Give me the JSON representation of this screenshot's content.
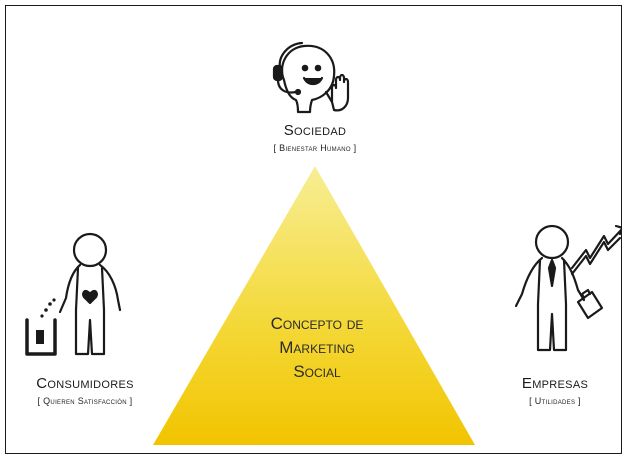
{
  "nodes": {
    "top": {
      "title": "Sociedad",
      "subtitle": "[ Bienestar Humano ]",
      "icon": "headset-person-waving-icon"
    },
    "left": {
      "title": "Consumidores",
      "subtitle": "[ Quieren Satisfacción ]",
      "icon": "person-with-trash-bin-icon"
    },
    "right": {
      "title": "Empresas",
      "subtitle": "[ Utilidades ]",
      "icon": "businessman-with-briefcase-icon"
    }
  },
  "center": {
    "line1": "Concepto de",
    "line2": "Marketing",
    "line3": "Social"
  },
  "colors": {
    "triangle_top": "#f5e87a",
    "triangle_bottom": "#f2c500",
    "stroke": "#1a1a1a"
  }
}
